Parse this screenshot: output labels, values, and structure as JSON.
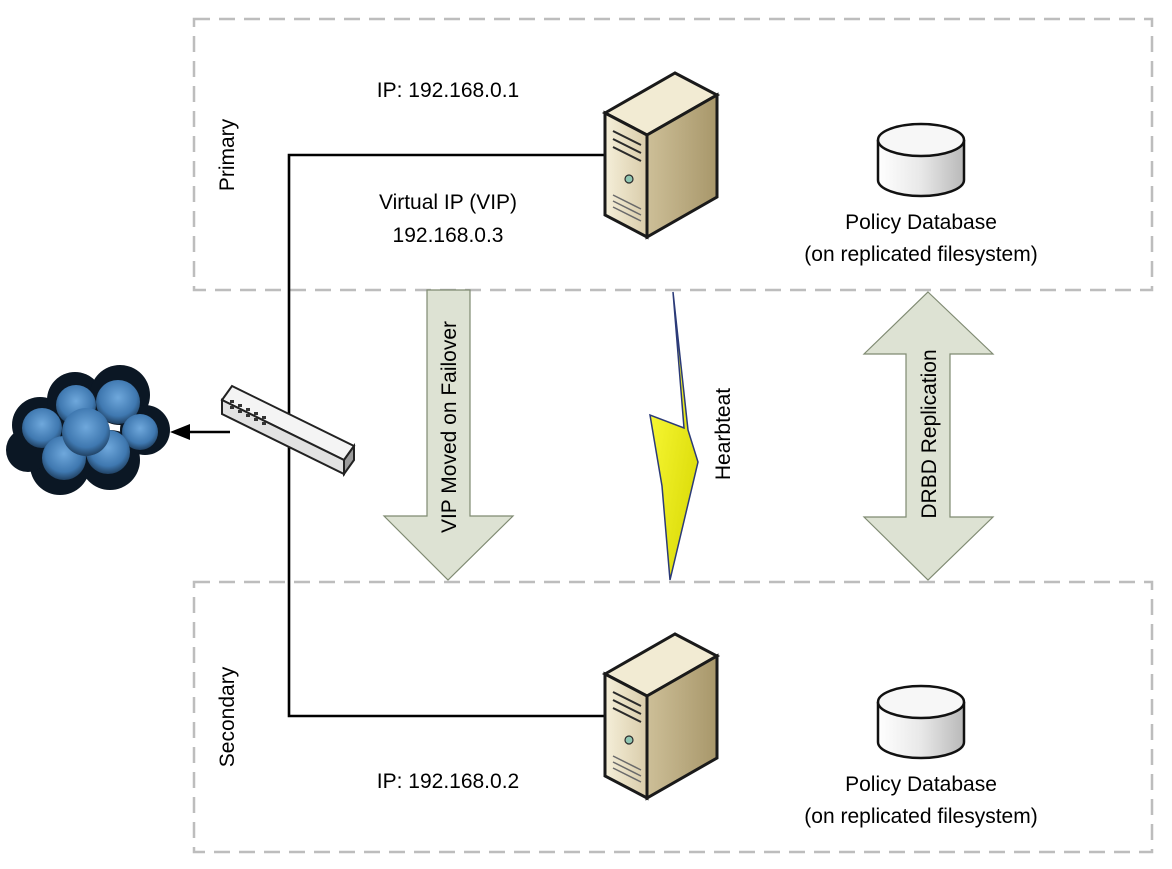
{
  "zones": {
    "primary": "Primary",
    "secondary": "Secondary"
  },
  "primary": {
    "ip": "IP: 192.168.0.1",
    "vip_line1": "Virtual IP (VIP)",
    "vip_line2": "192.168.0.3",
    "db_line1": "Policy Database",
    "db_line2": "(on replicated filesystem)"
  },
  "secondary": {
    "ip": "IP: 192.168.0.2",
    "db_line1": "Policy Database",
    "db_line2": "(on replicated filesystem)"
  },
  "links": {
    "failover": "VIP Moved on Failover",
    "heartbeat": "Hearbteat",
    "replication": "DRBD Replication"
  },
  "icons": [
    "cloud-icon",
    "network-switch-icon",
    "server-icon",
    "database-icon",
    "lightning-bolt-icon"
  ],
  "colors": {
    "zone_border": "#bdbdbd",
    "arrow_fill": "#dde2d3",
    "bolt_fill": "#f5f500",
    "server_body": "#e6dcc0",
    "cloud": "#3f78b0"
  }
}
